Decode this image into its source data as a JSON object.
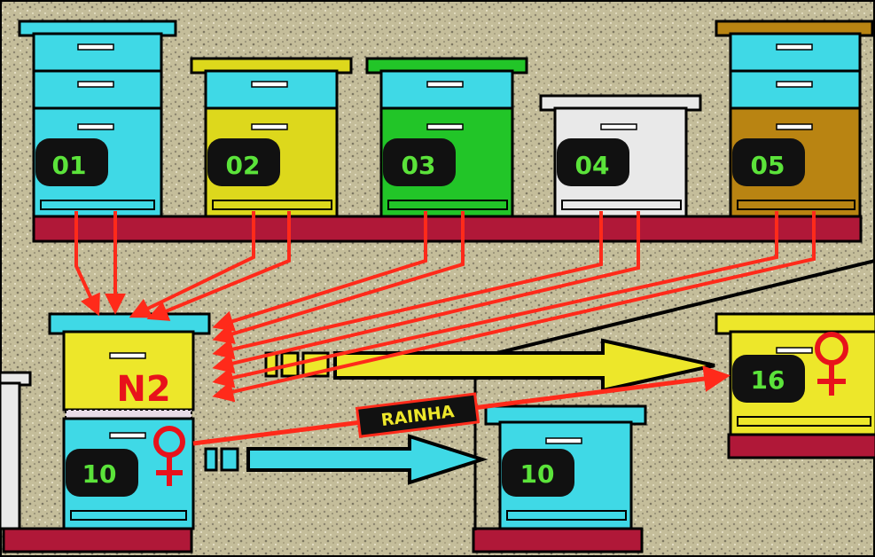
{
  "top_hives": [
    {
      "label": "01",
      "color": "#3fd9e6"
    },
    {
      "label": "02",
      "color": "#ddd81c"
    },
    {
      "label": "03",
      "color": "#22c528"
    },
    {
      "label": "04",
      "color": "#e9e9e9"
    },
    {
      "label": "05",
      "color": "#b98412"
    }
  ],
  "left_hive": {
    "label": "N2",
    "number": "10"
  },
  "bottom_center_hive": {
    "number": "10"
  },
  "right_hive": {
    "number": "16"
  },
  "rainha_label": "RAINHA",
  "colors": {
    "background": "#bfb794",
    "stand": "#b01838",
    "cyan": "#3fd9e6",
    "yellow": "#ede72a",
    "arrow_red": "#ff2a1a",
    "queen_symbol": "#e8121b",
    "number_green": "#5be33a"
  }
}
